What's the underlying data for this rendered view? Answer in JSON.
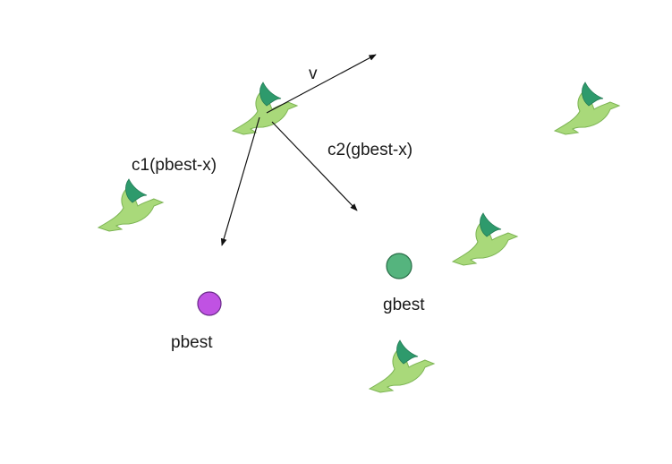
{
  "labels": {
    "velocity": "v",
    "cognitive": "c1(pbest-x)",
    "social": "c2(gbest-x)",
    "pbest": "pbest",
    "gbest": "gbest"
  },
  "colors": {
    "bird_body": "#a9d97a",
    "bird_wing": "#2e9a6c",
    "pbest_point": "#c052e3",
    "gbest_point": "#55b47e",
    "arrow": "#111111"
  },
  "icons": {
    "bird": "bird-icon",
    "personal_best": "circle-marker",
    "global_best": "circle-marker"
  }
}
